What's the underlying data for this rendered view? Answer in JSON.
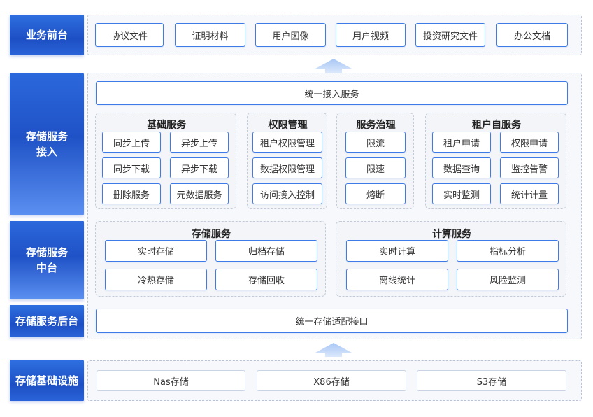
{
  "layers": {
    "front": "业务前台",
    "access": "存储服务\n接入",
    "middle": "存储服务\n中台",
    "back": "存储服务后台",
    "infra": "存储基础设施"
  },
  "front_items": [
    "协议文件",
    "证明材料",
    "用户图像",
    "用户视频",
    "投资研究文件",
    "办公文档"
  ],
  "access": {
    "unified": "统一接入服务",
    "basic": {
      "title": "基础服务",
      "items": [
        "同步上传",
        "异步上传",
        "同步下载",
        "异步下载",
        "删除服务",
        "元数据服务"
      ]
    },
    "perm": {
      "title": "权限管理",
      "items": [
        "租户权限管理",
        "数据权限管理",
        "访问接入控制"
      ]
    },
    "gov": {
      "title": "服务治理",
      "items": [
        "限流",
        "限速",
        "熔断"
      ]
    },
    "tenant": {
      "title": "租户自服务",
      "items": [
        "租户申请",
        "权限申请",
        "数据查询",
        "监控告警",
        "实时监测",
        "统计计量"
      ]
    }
  },
  "middle": {
    "storage": {
      "title": "存储服务",
      "items": [
        "实时存储",
        "归档存储",
        "冷热存储",
        "存储回收"
      ]
    },
    "compute": {
      "title": "计算服务",
      "items": [
        "实时计算",
        "指标分析",
        "离线统计",
        "风险监测"
      ]
    }
  },
  "back": {
    "unified": "统一存储适配接口"
  },
  "infra_items": [
    "Nas存储",
    "X86存储",
    "S3存储"
  ],
  "colors": {
    "accent": "#1f52c6",
    "border": "#3e7be6"
  }
}
